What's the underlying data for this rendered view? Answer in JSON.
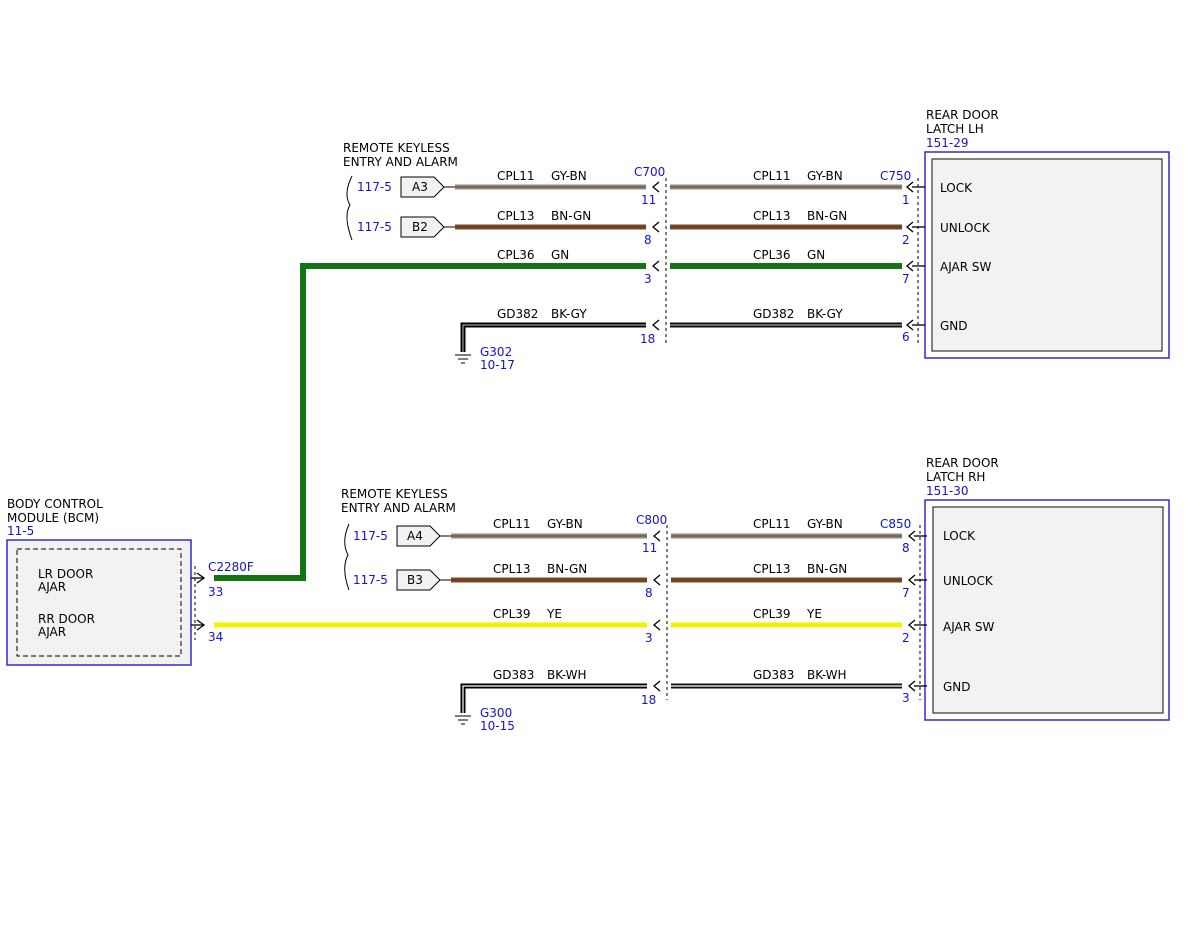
{
  "colors": {
    "ref_blue": "#1414c8",
    "box_blue": "#2b2bd6",
    "component_fill": "#f2f2f2"
  },
  "components": {
    "latch_lh": {
      "title1": "REAR DOOR",
      "title2": "LATCH LH",
      "ref": "151-29",
      "connector": "C750",
      "pins": [
        "LOCK",
        "UNLOCK",
        "AJAR SW",
        "GND"
      ]
    },
    "latch_rh": {
      "title1": "REAR DOOR",
      "title2": "LATCH RH",
      "ref": "151-30",
      "connector": "C850",
      "pins": [
        "LOCK",
        "UNLOCK",
        "AJAR SW",
        "GND"
      ]
    },
    "bcm": {
      "title1": "BODY CONTROL",
      "title2": "MODULE (BCM)",
      "ref": "11-5",
      "connector": "C2280F",
      "lr1": "LR DOOR",
      "lr2": "AJAR",
      "rr1": "RR DOOR",
      "rr2": "AJAR",
      "pin_lr": "33",
      "pin_rr": "34"
    },
    "rke_top": {
      "title1": "REMOTE KEYLESS",
      "title2": "ENTRY AND ALARM",
      "ref1": "117-5",
      "ref2": "117-5",
      "tag1": "A3",
      "tag2": "B2"
    },
    "rke_bot": {
      "title1": "REMOTE KEYLESS",
      "title2": "ENTRY AND ALARM",
      "ref1": "117-5",
      "ref2": "117-5",
      "tag1": "A4",
      "tag2": "B3"
    },
    "g302": {
      "name": "G302",
      "ref": "10-17"
    },
    "g300": {
      "name": "G300",
      "ref": "10-15"
    },
    "c700": {
      "name": "C700"
    },
    "c800": {
      "name": "C800"
    }
  },
  "circuits": [
    {
      "id": "t1",
      "color": "GY-BN",
      "left": {
        "circuit": "CPL11",
        "color": "GY-BN",
        "pin": "11"
      },
      "right": {
        "circuit": "CPL11",
        "color": "GY-BN",
        "pin": "1"
      }
    },
    {
      "id": "t2",
      "color": "BN-GN",
      "left": {
        "circuit": "CPL13",
        "color": "BN-GN",
        "pin": "8"
      },
      "right": {
        "circuit": "CPL13",
        "color": "BN-GN",
        "pin": "2"
      }
    },
    {
      "id": "t3",
      "color": "GN",
      "left": {
        "circuit": "CPL36",
        "color": "GN",
        "pin": "3"
      },
      "right": {
        "circuit": "CPL36",
        "color": "GN",
        "pin": "7"
      }
    },
    {
      "id": "t4",
      "color": "BK-GY",
      "left": {
        "circuit": "GD382",
        "color": "BK-GY",
        "pin": "18"
      },
      "right": {
        "circuit": "GD382",
        "color": "BK-GY",
        "pin": "6"
      }
    },
    {
      "id": "b1",
      "color": "GY-BN",
      "left": {
        "circuit": "CPL11",
        "color": "GY-BN",
        "pin": "11"
      },
      "right": {
        "circuit": "CPL11",
        "color": "GY-BN",
        "pin": "8"
      }
    },
    {
      "id": "b2",
      "color": "BN-GN",
      "left": {
        "circuit": "CPL13",
        "color": "BN-GN",
        "pin": "8"
      },
      "right": {
        "circuit": "CPL13",
        "color": "BN-GN",
        "pin": "7"
      }
    },
    {
      "id": "b3",
      "color": "YE",
      "left": {
        "circuit": "CPL39",
        "color": "YE",
        "pin": "3"
      },
      "right": {
        "circuit": "CPL39",
        "color": "YE",
        "pin": "2"
      }
    },
    {
      "id": "b4",
      "color": "BK-WH",
      "left": {
        "circuit": "GD383",
        "color": "BK-WH",
        "pin": "18"
      },
      "right": {
        "circuit": "GD383",
        "color": "BK-WH",
        "pin": "3"
      }
    }
  ]
}
